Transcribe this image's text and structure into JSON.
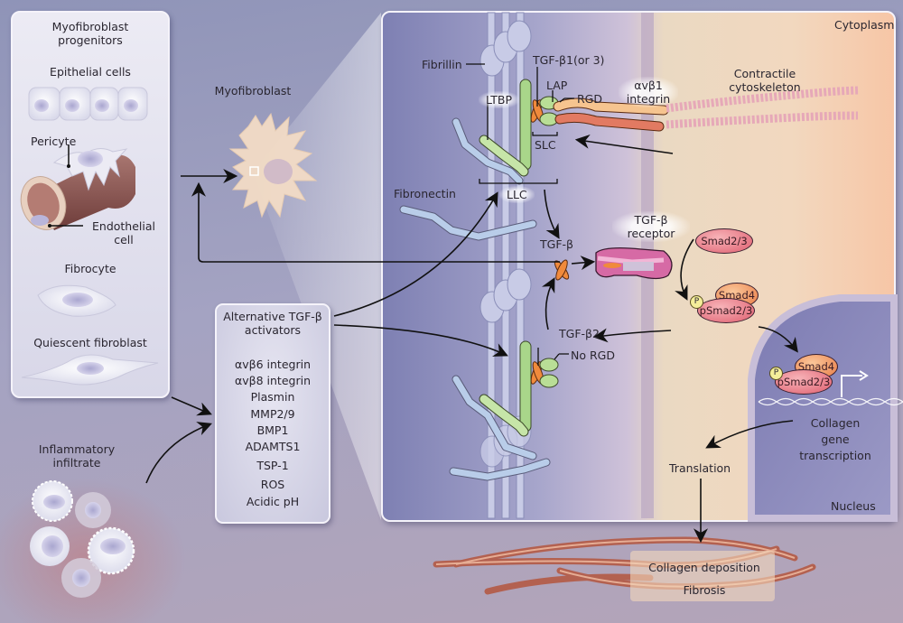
{
  "progenitors_panel": {
    "title_line1": "Myofibroblast",
    "title_line2": "progenitors",
    "items": [
      {
        "label": "Epithelial cells"
      },
      {
        "label": "Pericyte"
      },
      {
        "label_line1": "Endothelial",
        "label_line2": "cell"
      },
      {
        "label": "Fibrocyte"
      },
      {
        "label": "Quiescent fibroblast"
      }
    ]
  },
  "myofibroblast": {
    "label": "Myofibroblast"
  },
  "inflammatory": {
    "line1": "Inflammatory",
    "line2": "infiltrate"
  },
  "alternative_activators": {
    "title_line1": "Alternative TGF-β",
    "title_line2": "activators",
    "items": [
      "αvβ6 integrin",
      "αvβ8 integrin",
      "Plasmin",
      "MMP2/9",
      "BMP1",
      "ADAMTS1",
      "TSP-1",
      "ROS",
      "Acidic pH"
    ]
  },
  "main_panel": {
    "cytoplasm": "Cytoplasm",
    "nucleus": "Nucleus",
    "fibrillin": "Fibrillin",
    "tgfb1": "TGF-β1(or 3)",
    "lap": "LAP",
    "rgd": "RGD",
    "ltbp": "LTBP",
    "slc": "SLC",
    "llc": "LLC",
    "fibronectin": "Fibronectin",
    "integrin_line1": "αvβ1",
    "integrin_line2": "integrin",
    "contractile_line1": "Contractile",
    "contractile_line2": "cytoskeleton",
    "tgfb": "TGF-β",
    "receptor_line1": "TGF-β",
    "receptor_line2": "receptor",
    "smad23": "Smad2/3",
    "smad4": "Smad4",
    "psmad23": "pSmad2/3",
    "p": "P",
    "tgfb2": "TGF-β2",
    "no_rgd": "No RGD",
    "collagen_line1": "Collagen",
    "collagen_line2": "gene",
    "collagen_line3": "transcription",
    "translation": "Translation"
  },
  "outcome": {
    "line1": "Collagen deposition",
    "line2": "Fibrosis"
  },
  "colors": {
    "ltbp_green": "#a9d68a",
    "tgfb_orange": "#f08a3c",
    "receptor_pink": "#d66aa5",
    "smad_red": "#e4707e",
    "smad4_orange": "#ec8a56",
    "fibrillin_blue": "#c8cbe6",
    "collagen_red": "#b4563e"
  }
}
